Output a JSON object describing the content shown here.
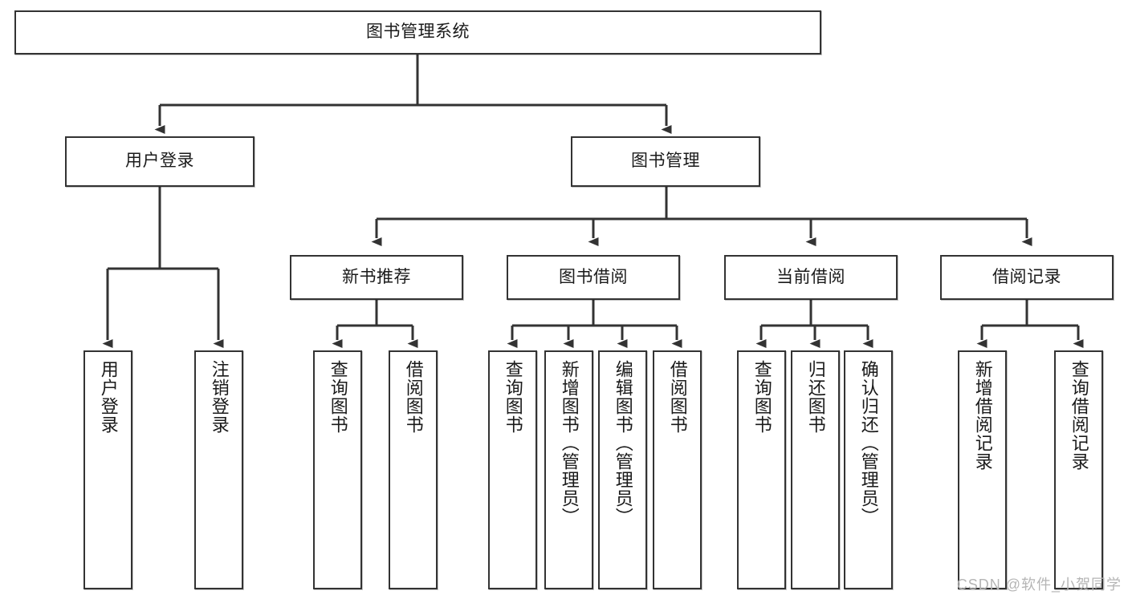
{
  "diagram": {
    "title": "图书管理系统",
    "root": {
      "label": "图书管理系统"
    },
    "level1": [
      {
        "label": "用户登录"
      },
      {
        "label": "图书管理"
      }
    ],
    "level2": [
      {
        "label": "新书推荐"
      },
      {
        "label": "图书借阅"
      },
      {
        "label": "当前借阅"
      },
      {
        "label": "借阅记录"
      }
    ],
    "leaves": {
      "user_login": [
        {
          "label": "用户登录"
        },
        {
          "label": "注销登录"
        }
      ],
      "new_book_recommend": [
        {
          "label": "查询图书"
        },
        {
          "label": "借阅图书"
        }
      ],
      "book_borrow": [
        {
          "label": "查询图书"
        },
        {
          "label": "新增图书（管理员）"
        },
        {
          "label": "编辑图书（管理员）"
        },
        {
          "label": "借阅图书"
        }
      ],
      "current_borrow": [
        {
          "label": "查询图书"
        },
        {
          "label": "归还图书"
        },
        {
          "label": "确认归还（管理员）"
        }
      ],
      "borrow_record": [
        {
          "label": "新增借阅记录"
        },
        {
          "label": "查询借阅记录"
        }
      ]
    }
  },
  "watermark": {
    "text": "CSDN @软件_小贺同学"
  },
  "colors": {
    "stroke": "#333333",
    "text": "#1a1a1a",
    "background": "#ffffff",
    "watermark": "#b5b5b5"
  }
}
